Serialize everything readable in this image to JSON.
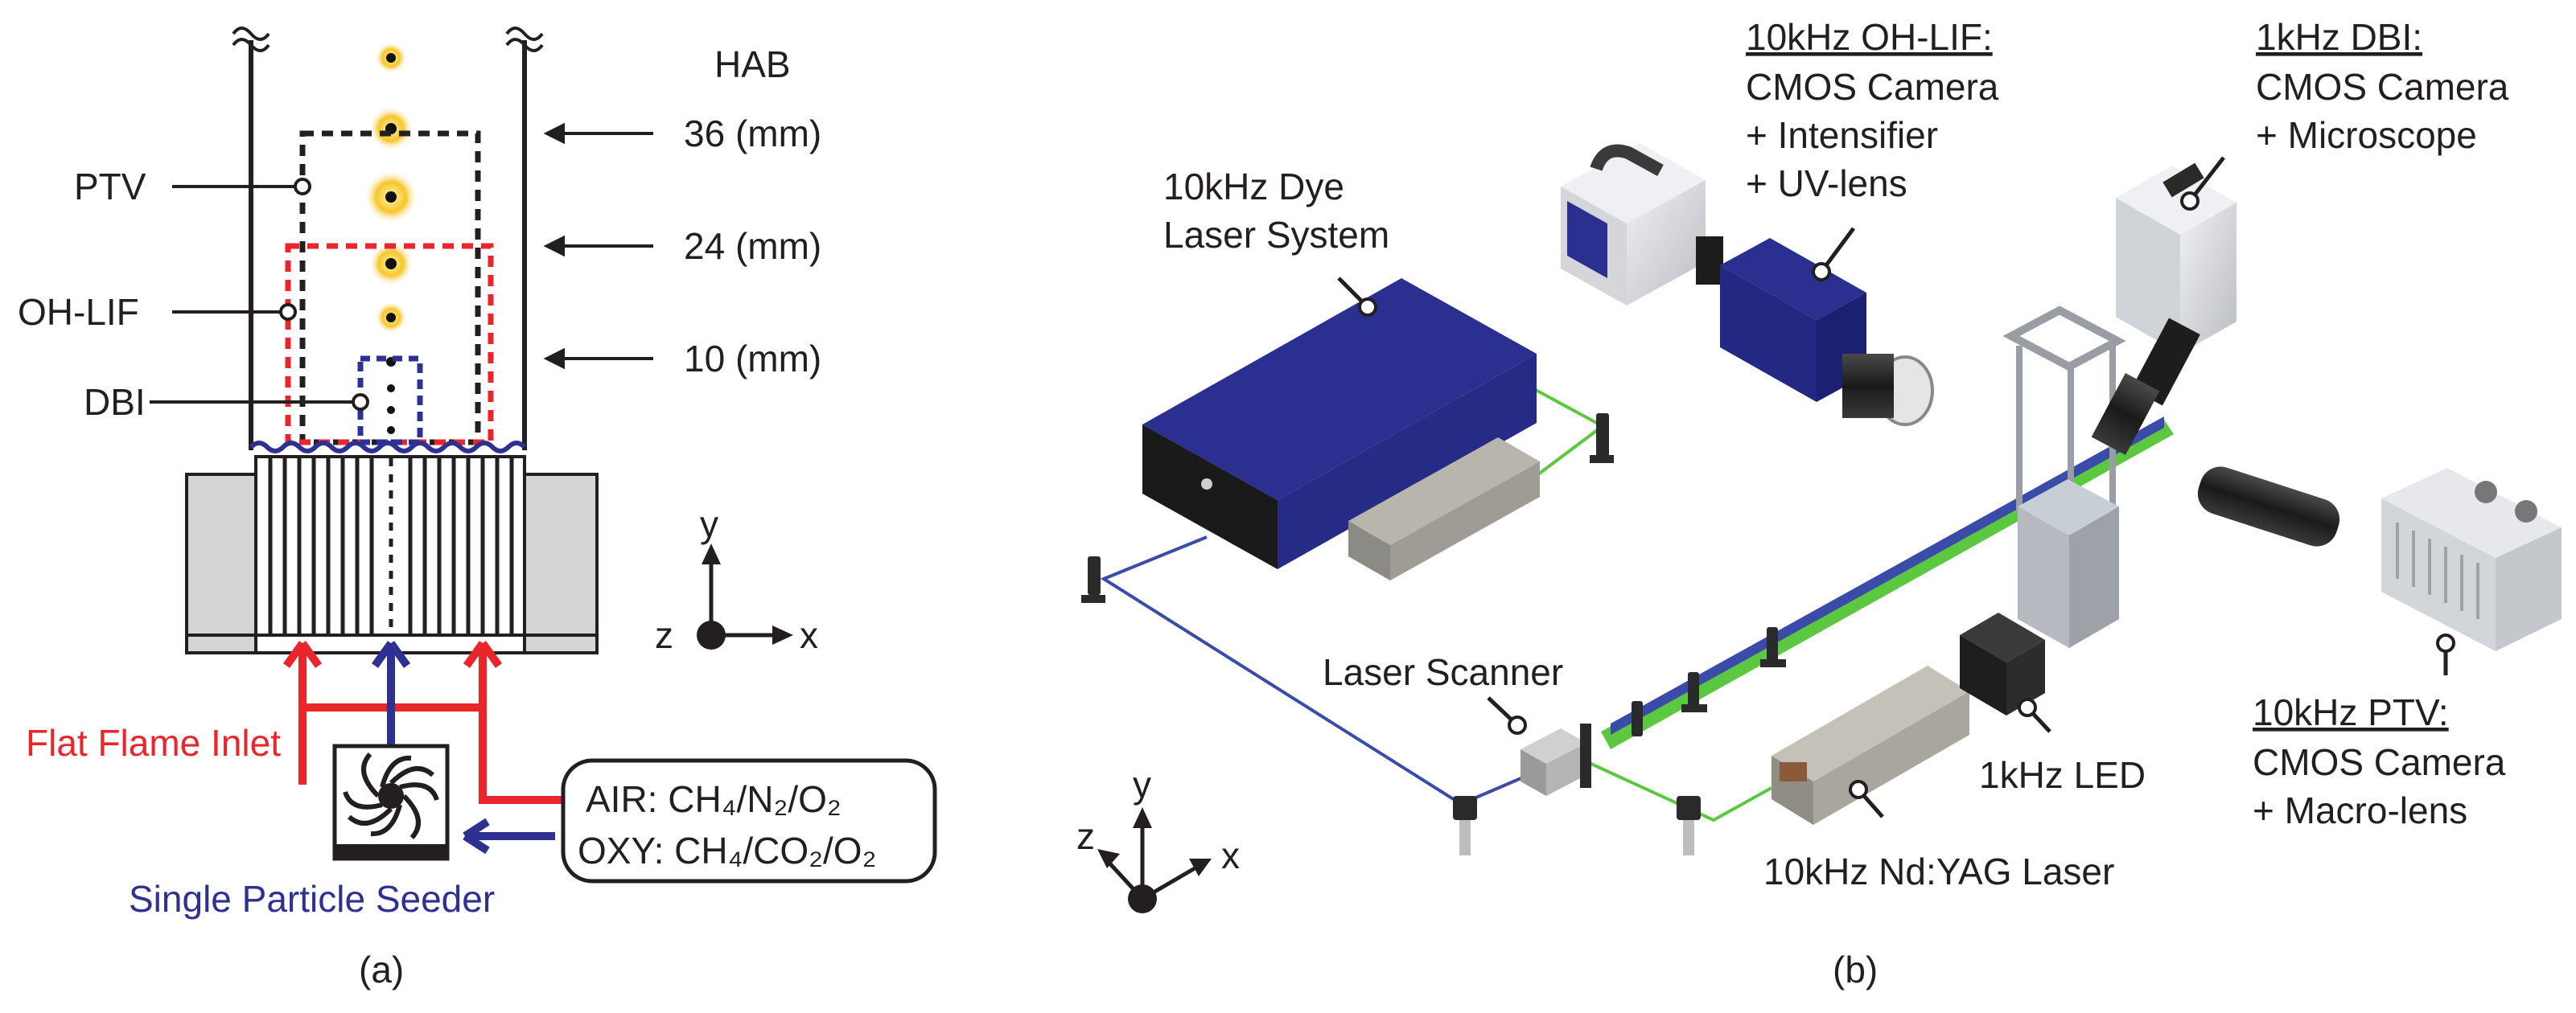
{
  "panel_a": {
    "caption": "(a)",
    "hab_title": "HAB",
    "hab_36": "36 (mm)",
    "hab_24": "24 (mm)",
    "hab_10": "10 (mm)",
    "label_ptv": "PTV",
    "label_ohlif": "OH-LIF",
    "label_dbi": "DBI",
    "axis_y": "y",
    "axis_z": "z",
    "axis_x": "x",
    "flat_flame_inlet": "Flat Flame Inlet",
    "single_particle_seeder": "Single Particle Seeder",
    "gas_air": "AIR: CH₄/N₂/O₂",
    "gas_oxy": "OXY: CH₄/CO₂/O₂",
    "colors": {
      "ptv_box": "#231f20",
      "ohlif_box": "#e8262c",
      "dbi_box": "#2e3192",
      "flame_inlet": "#e8262c",
      "seeder": "#2e3192"
    }
  },
  "panel_b": {
    "caption": "(b)",
    "ohlif_title": "10kHz OH-LIF:",
    "ohlif_line2": "CMOS Camera",
    "ohlif_line3": "+ Intensifier",
    "ohlif_line4": "+ UV-lens",
    "dbi_title": "1kHz DBI:",
    "dbi_line2": "CMOS Camera",
    "dbi_line3": "+ Microscope",
    "dye_line1": "10kHz Dye",
    "dye_line2": "Laser System",
    "laser_scanner": "Laser Scanner",
    "led": "1kHz LED",
    "ndyag": "10kHz Nd:YAG Laser",
    "ptv_title": "10kHz PTV:",
    "ptv_line2": "CMOS Camera",
    "ptv_line3": "+ Macro-lens",
    "axis_y": "y",
    "axis_z": "z",
    "axis_x": "x",
    "colors": {
      "dye_laser": "#262b85",
      "uv_beam": "#3a4ba8",
      "green_beam": "#5cc840",
      "camera_body": "#d6d8dc"
    }
  }
}
